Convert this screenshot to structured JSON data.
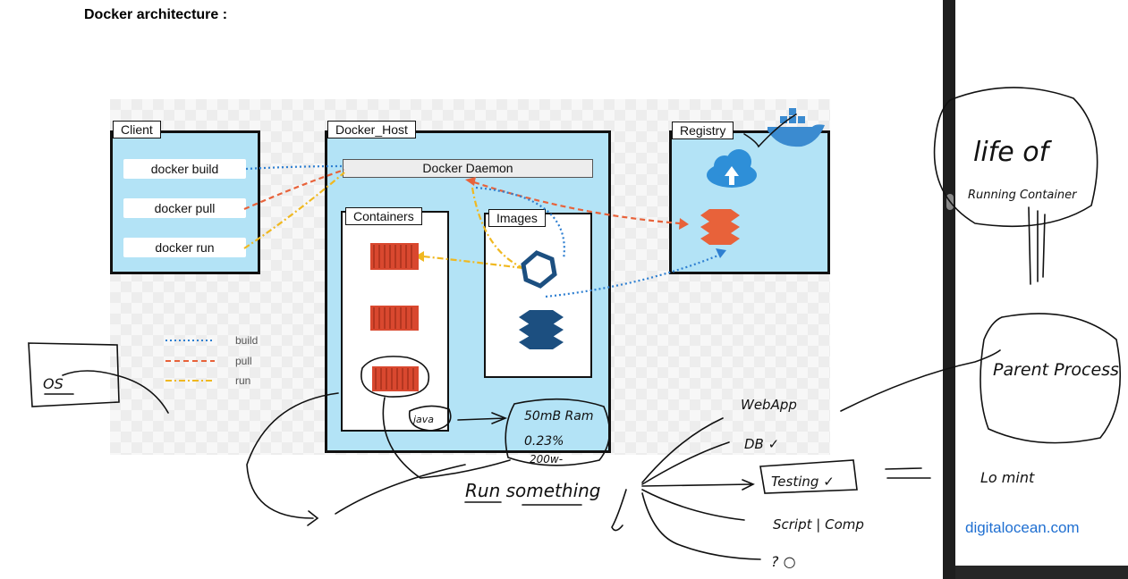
{
  "page": {
    "title": "Docker architecture :"
  },
  "diagram": {
    "client": {
      "title": "Client",
      "commands": [
        "docker build",
        "docker pull",
        "docker run"
      ]
    },
    "host": {
      "title": "Docker_Host",
      "daemon": "Docker Daemon",
      "containers_title": "Containers",
      "images_title": "Images"
    },
    "registry": {
      "title": "Registry"
    },
    "legend": [
      "build",
      "pull",
      "run"
    ],
    "colors": {
      "build": "#2e7fd1",
      "pull": "#e8623a",
      "run": "#f0b820",
      "box_fill": "#b3e3f6",
      "container": "#d9482f"
    }
  },
  "annotations": {
    "os_note": "OS",
    "java": "java",
    "stats": [
      "50mB Ram",
      "0.23%",
      "200w-"
    ],
    "run_something": "Run something",
    "branches": [
      "WebApp",
      "DB ✓",
      "Testing ✓",
      "Script | Comp",
      "? ○"
    ],
    "life_of": "life of",
    "running_container": "Running Container",
    "parent_process": "Parent Process",
    "lo_note": "Lo mint"
  },
  "side": {
    "site": "digitalocean.com"
  }
}
